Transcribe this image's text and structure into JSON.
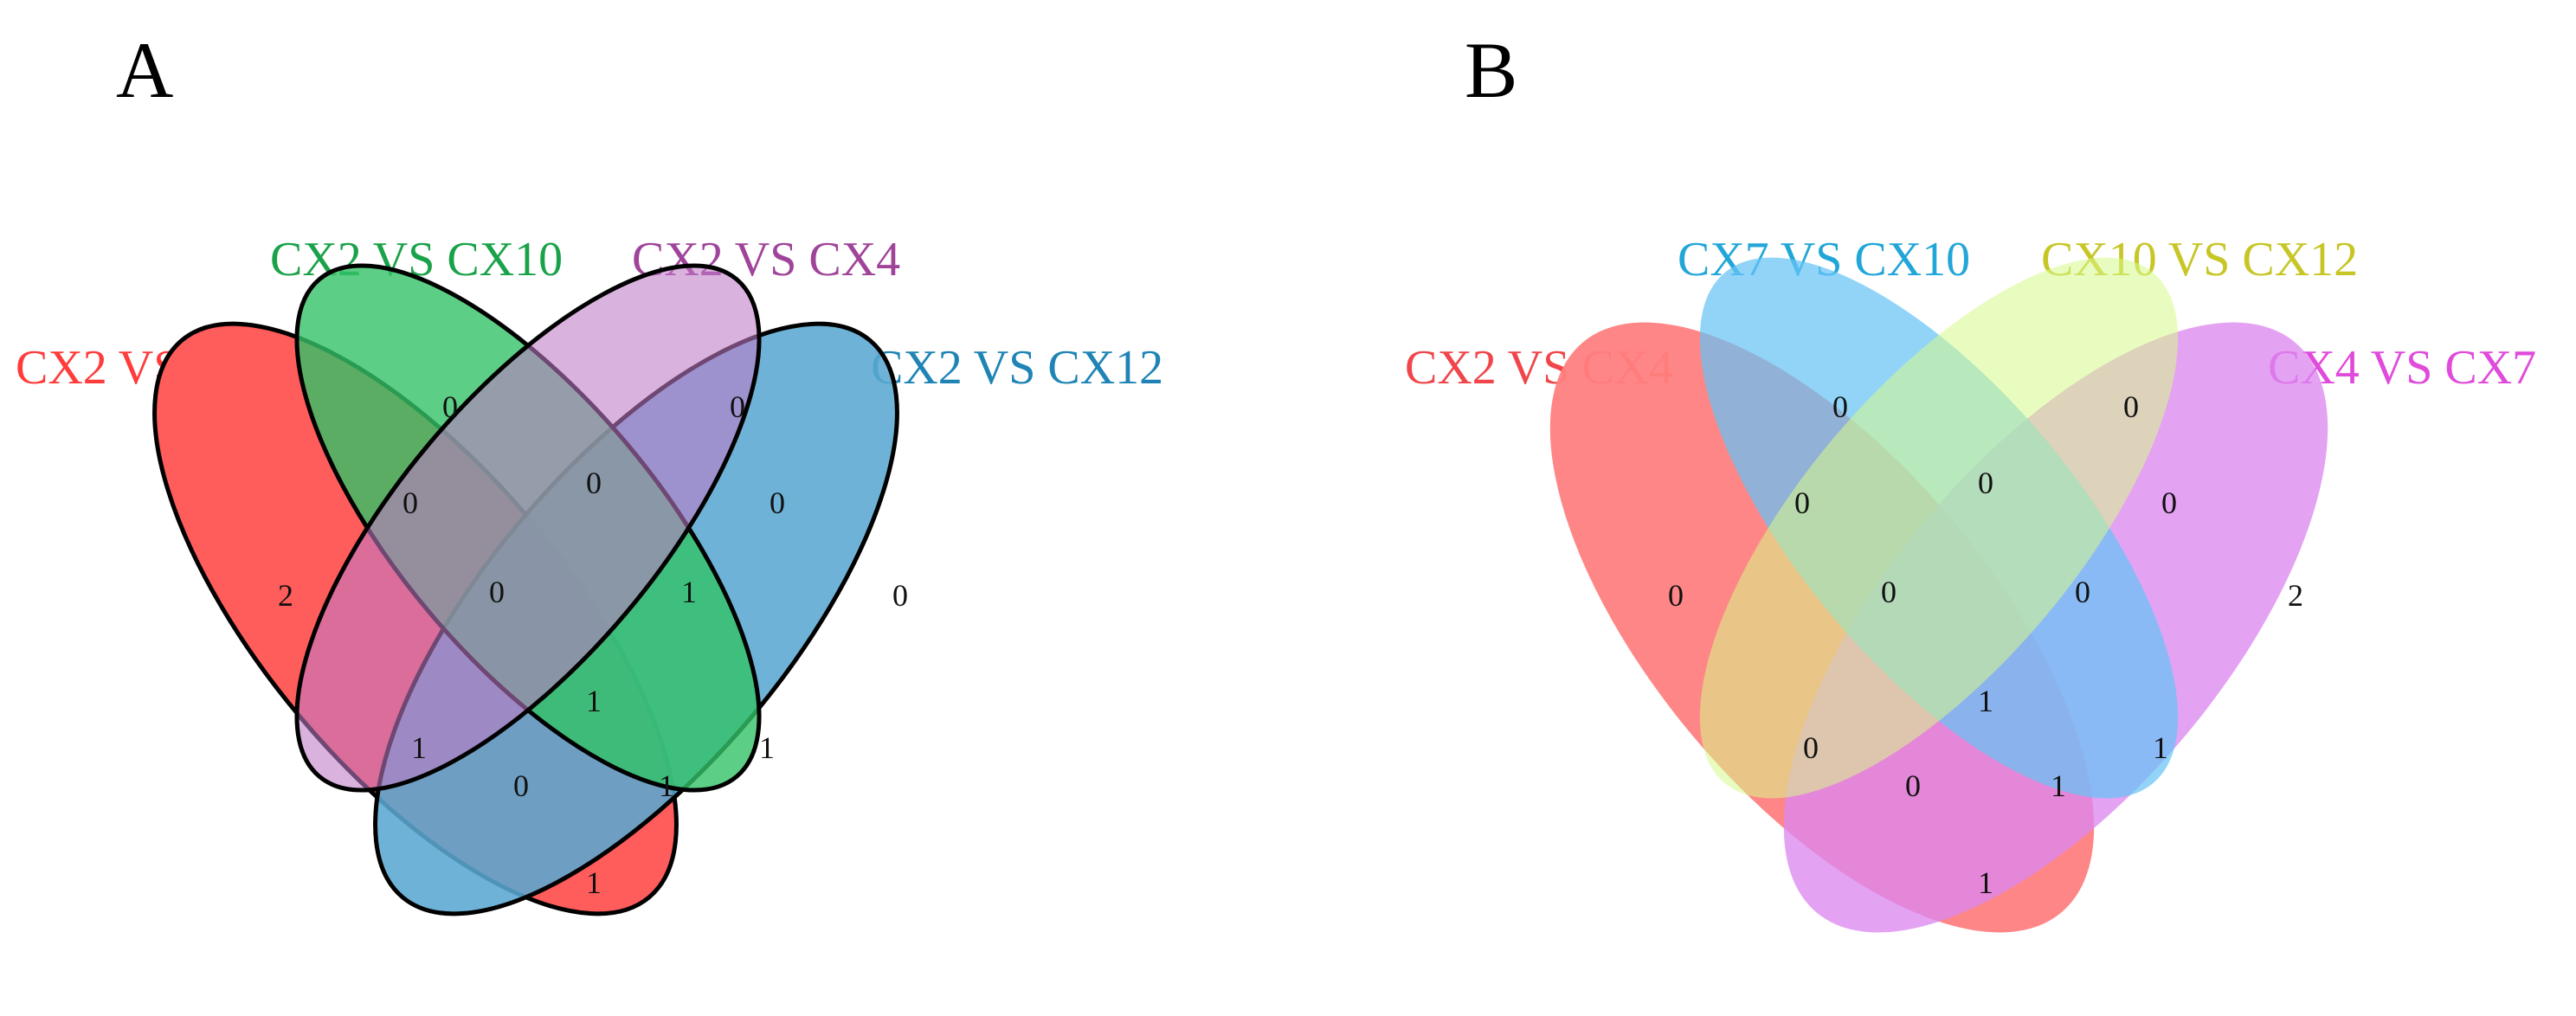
{
  "panels": [
    {
      "letter": "A",
      "sets": [
        {
          "label": "CX2 VS CX7",
          "color": "#ff3b3b"
        },
        {
          "label": "CX2 VS CX10",
          "color": "#1aa24a"
        },
        {
          "label": "CX2 VS CX4",
          "color": "#a0449a"
        },
        {
          "label": "CX2 VS CX12",
          "color": "#1f84b5"
        }
      ],
      "fills": [
        "#ff5c5c",
        "#33c266",
        "#c07bc6",
        "#5aa8d2"
      ],
      "regions": [
        {
          "id": "a-only-1",
          "value": "2"
        },
        {
          "id": "a-only-2",
          "value": "0"
        },
        {
          "id": "a-only-3",
          "value": "0"
        },
        {
          "id": "a-only-4",
          "value": "0"
        },
        {
          "id": "a-12",
          "value": "0"
        },
        {
          "id": "a-23",
          "value": "0"
        },
        {
          "id": "a-34",
          "value": "0"
        },
        {
          "id": "a-123",
          "value": "0"
        },
        {
          "id": "a-234",
          "value": "1"
        },
        {
          "id": "a-1234",
          "value": "1"
        },
        {
          "id": "a-13",
          "value": "1"
        },
        {
          "id": "a-24",
          "value": "1"
        },
        {
          "id": "a-134",
          "value": "0"
        },
        {
          "id": "a-124",
          "value": "1"
        },
        {
          "id": "a-14",
          "value": "1"
        }
      ]
    },
    {
      "letter": "B",
      "sets": [
        {
          "label": "CX2 VS CX4",
          "color": "#f0454a"
        },
        {
          "label": "CX7 VS CX10",
          "color": "#22a6d8"
        },
        {
          "label": "CX10 VS CX12",
          "color": "#c7c626"
        },
        {
          "label": "CX4 VS CX7",
          "color": "#e04bdc"
        }
      ],
      "fills": [
        "#ff7f80",
        "#66c3f5",
        "#d7fa8a",
        "#dd88f0"
      ],
      "regions": [
        {
          "id": "b-only-1",
          "value": "0"
        },
        {
          "id": "b-only-2",
          "value": "0"
        },
        {
          "id": "b-only-3",
          "value": "0"
        },
        {
          "id": "b-only-4",
          "value": "2"
        },
        {
          "id": "b-12",
          "value": "0"
        },
        {
          "id": "b-23",
          "value": "0"
        },
        {
          "id": "b-34",
          "value": "0"
        },
        {
          "id": "b-123",
          "value": "0"
        },
        {
          "id": "b-234",
          "value": "0"
        },
        {
          "id": "b-1234",
          "value": "1"
        },
        {
          "id": "b-13",
          "value": "0"
        },
        {
          "id": "b-24",
          "value": "1"
        },
        {
          "id": "b-134",
          "value": "0"
        },
        {
          "id": "b-124",
          "value": "1"
        },
        {
          "id": "b-14",
          "value": "1"
        }
      ]
    }
  ]
}
